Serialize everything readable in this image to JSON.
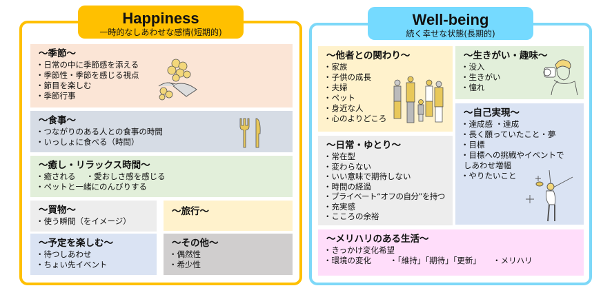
{
  "happiness": {
    "title": "Happiness",
    "subtitle": "一時的なしあわせな感情(短期的)",
    "colors": {
      "border": "#FFC000"
    },
    "boxes": [
      {
        "title": "～季節～",
        "items": [
          "日常の中に季節感を添える",
          "季節性・季節を感じる視点",
          "節目を楽しむ",
          "季節行事"
        ],
        "icon": "flower-icon"
      },
      {
        "title": "～食事～",
        "items": [
          "つながりのある人との食事の時間",
          "いっしょに食べる（時間）"
        ],
        "icon": "fork-knife-icon"
      },
      {
        "title": "～癒し・リラックス時間～",
        "items": [
          "癒される　 ・愛おしさ感を感じる",
          "ペットと一緒にのんびりする"
        ]
      },
      {
        "title": "～買物～",
        "items": [
          "使う瞬間（をイメージ）"
        ]
      },
      {
        "title": "～旅行～",
        "items": []
      },
      {
        "title": "～予定を楽しむ～",
        "items": [
          "待つしあわせ",
          "ちょい先イベント"
        ]
      },
      {
        "title": "～その他～",
        "items": [
          "偶然性",
          "希少性"
        ]
      }
    ]
  },
  "wellbeing": {
    "title": "Well-being",
    "subtitle": "続く幸せな状態(長期的)",
    "colors": {
      "border": "#7DD8F8"
    },
    "boxes": [
      {
        "title": "～他者との関わり～",
        "items": [
          "家族",
          "子供の成長",
          "夫婦",
          "ペット",
          "身近な人",
          "心のよりどころ"
        ],
        "icon": "family-icon"
      },
      {
        "title": "～生きがい・趣味～",
        "items": [
          "没入",
          "生きがい",
          "憧れ"
        ],
        "icon": "photographer-icon"
      },
      {
        "title": "～自己実現～",
        "items": [
          "達成感 ・達成",
          "長く願っていたこと・夢",
          "目標",
          "目標への挑戦やイベントで しあわせ増幅",
          "やりたいこと"
        ],
        "icon": "celebrating-person-icon"
      },
      {
        "title": "～日常・ゆとり～",
        "items": [
          "常在型",
          "変わらない",
          "いい意味で期待しない",
          "時間の経過",
          "プライベート“オフの自分”を持つ",
          "充実感",
          "こころの余裕"
        ]
      },
      {
        "title": "～メリハリのある生活～",
        "items": [
          "きっかけ変化希望",
          "環境の変化　　 ・「維持」「期待」「更新」　　・メリハリ"
        ]
      }
    ]
  }
}
